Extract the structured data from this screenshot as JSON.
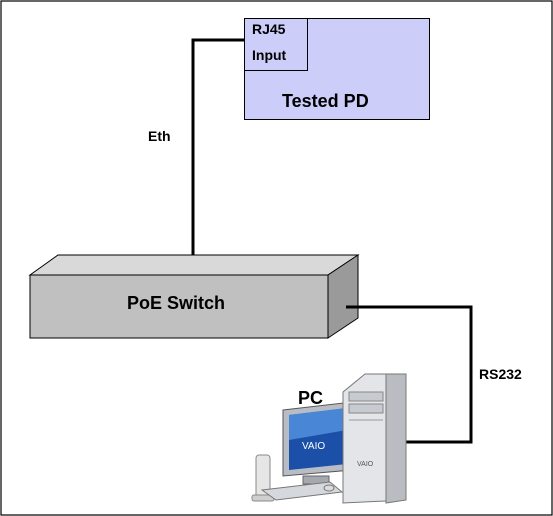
{
  "diagram": {
    "device_under_test": {
      "title": "Tested PD",
      "port_line1": "RJ45",
      "port_line2": "Input"
    },
    "switch": {
      "label": "PoE Switch"
    },
    "computer": {
      "label": "PC"
    },
    "links": {
      "ethernet": "Eth",
      "serial": "RS232"
    }
  },
  "colors": {
    "pd_fill": "#cccdf9",
    "switch_front": "#c0c0c0",
    "switch_top": "#d9d9d9",
    "switch_side": "#9a9a9a",
    "line": "#000000"
  }
}
